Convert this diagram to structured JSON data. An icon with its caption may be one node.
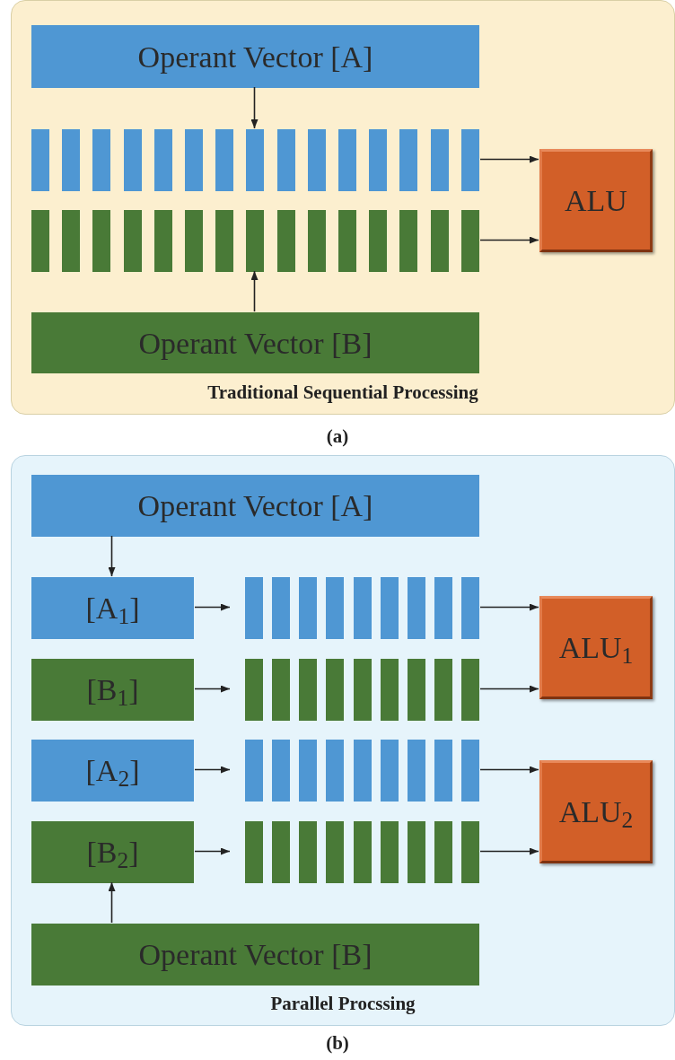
{
  "diagram": {
    "nodes": [
      {
        "text": [
          "Traditional Sequential Processing"
        ]
      },
      {
        "text": [
          "Operant Vector [A]"
        ],
        "in": 0
      },
      {
        "text": [],
        "shape": "bar",
        "in": 0
      },
      {
        "text": [],
        "shape": "bar",
        "in": 0
      },
      {
        "text": [
          "Operant Vector [B]"
        ],
        "in": 0
      },
      {
        "text": [
          "ALU"
        ],
        "in": 0
      },
      {
        "text": [
          "Parallel Procssing"
        ]
      },
      {
        "text": [
          "Operant Vector [A]"
        ],
        "in": 6
      },
      {
        "text": [
          "[A$_{1}$]"
        ],
        "in": 6
      },
      {
        "text": [],
        "shape": "bar",
        "in": 6
      },
      {
        "text": [
          "[B$_{1}$]"
        ],
        "in": 6
      },
      {
        "text": [],
        "shape": "bar",
        "in": 6
      },
      {
        "text": [
          "[A$_{2}$]"
        ],
        "in": 6
      },
      {
        "text": [],
        "shape": "bar",
        "in": 6
      },
      {
        "text": [
          "[B$_{2}$]"
        ],
        "in": 6
      },
      {
        "text": [],
        "shape": "bar",
        "in": 6
      },
      {
        "text": [
          "Operant Vector [B]"
        ],
        "in": 6
      },
      {
        "text": [
          "ALU$_{1}$"
        ],
        "in": 6
      },
      {
        "text": [
          "ALU$_{2}$"
        ],
        "in": 6
      }
    ],
    "edges": [
      {
        "from": 1,
        "to": 2,
        "arrow": "to"
      },
      {
        "from": 4,
        "to": 3,
        "arrow": "to"
      },
      {
        "from": 2,
        "to": 5,
        "arrow": "to"
      },
      {
        "from": 3,
        "to": 5,
        "arrow": "to"
      },
      {
        "from": 7,
        "to": 8,
        "arrow": "to"
      },
      {
        "from": 8,
        "to": 9,
        "arrow": "to"
      },
      {
        "from": 10,
        "to": 11,
        "arrow": "to"
      },
      {
        "from": 12,
        "to": 13,
        "arrow": "to"
      },
      {
        "from": 14,
        "to": 15,
        "arrow": "to"
      },
      {
        "from": 16,
        "to": 14,
        "arrow": "to"
      },
      {
        "from": 9,
        "to": 17,
        "arrow": "to"
      },
      {
        "from": 11,
        "to": 17,
        "arrow": "to"
      },
      {
        "from": 13,
        "to": 18,
        "arrow": "to"
      },
      {
        "from": 15,
        "to": 18,
        "arrow": "to"
      }
    ],
    "labels": [
      "(a)",
      "(b)"
    ]
  }
}
